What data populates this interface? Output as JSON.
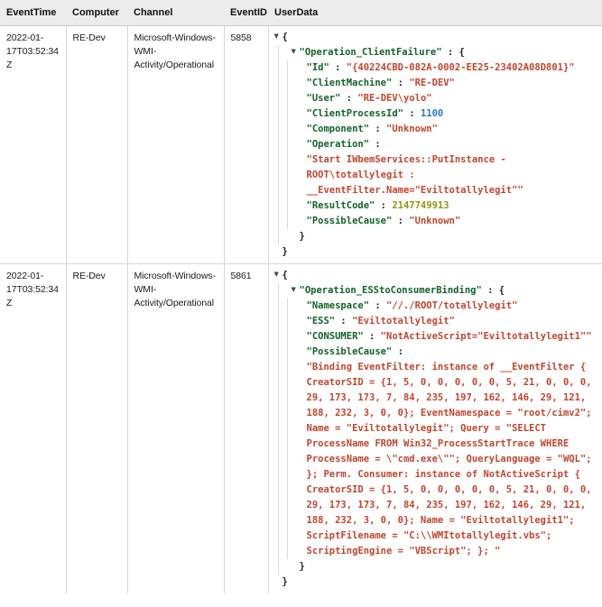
{
  "colors": {
    "header_bg": "#ececec",
    "border": "#d6d6d6",
    "guide": "#d9d9d9",
    "punct": "#222222",
    "key": "#116329",
    "string": "#c2452e",
    "number_int": "#2779c4",
    "number_code": "#8c9a10",
    "triangle": "#3f4a54"
  },
  "table": {
    "columns": [
      {
        "id": "event_time",
        "label": "EventTime"
      },
      {
        "id": "computer",
        "label": "Computer"
      },
      {
        "id": "channel",
        "label": "Channel"
      },
      {
        "id": "event_id",
        "label": "EventID"
      },
      {
        "id": "userdata",
        "label": "UserData"
      }
    ],
    "rows": [
      {
        "event_time": "2022-01-17T03:52:34Z",
        "computer": "RE-Dev",
        "channel": "Microsoft-Windows-WMI-Activity/Operational",
        "event_id": "5858",
        "userdata": {
          "root_open": "{",
          "root_close": "}",
          "object": {
            "key": "\"Operation_ClientFailure\"",
            "open": " : {",
            "close": "}",
            "fields": [
              {
                "tokens": [
                  [
                    "key",
                    "\"Id\""
                  ],
                  [
                    "punct",
                    " : "
                  ],
                  [
                    "string",
                    "\"{40224CBD-082A-0002-EE25-23402A08D801}\""
                  ]
                ]
              },
              {
                "tokens": [
                  [
                    "key",
                    "\"ClientMachine\""
                  ],
                  [
                    "punct",
                    " : "
                  ],
                  [
                    "string",
                    "\"RE-DEV\""
                  ]
                ]
              },
              {
                "tokens": [
                  [
                    "key",
                    "\"User\""
                  ],
                  [
                    "punct",
                    " : "
                  ],
                  [
                    "string",
                    "\"RE-DEV\\yolo\""
                  ]
                ]
              },
              {
                "tokens": [
                  [
                    "key",
                    "\"ClientProcessId\""
                  ],
                  [
                    "punct",
                    " : "
                  ],
                  [
                    "number_int",
                    "1100"
                  ]
                ]
              },
              {
                "tokens": [
                  [
                    "key",
                    "\"Component\""
                  ],
                  [
                    "punct",
                    " : "
                  ],
                  [
                    "string",
                    "\"Unknown\""
                  ]
                ]
              },
              {
                "tokens": [
                  [
                    "key",
                    "\"Operation\""
                  ],
                  [
                    "punct",
                    " : "
                  ]
                ]
              },
              {
                "tokens": [
                  [
                    "string",
                    "\"Start IWbemServices::PutInstance - ROOT\\totallylegit : __EventFilter.Name=\"Eviltotallylegit\"\""
                  ]
                ]
              },
              {
                "tokens": [
                  [
                    "key",
                    "\"ResultCode\""
                  ],
                  [
                    "punct",
                    " : "
                  ],
                  [
                    "number_code",
                    "2147749913"
                  ]
                ]
              },
              {
                "tokens": [
                  [
                    "key",
                    "\"PossibleCause\""
                  ],
                  [
                    "punct",
                    " : "
                  ],
                  [
                    "string",
                    "\"Unknown\""
                  ]
                ]
              }
            ]
          }
        }
      },
      {
        "event_time": "2022-01-17T03:52:34Z",
        "computer": "RE-Dev",
        "channel": "Microsoft-Windows-WMI-Activity/Operational",
        "event_id": "5861",
        "userdata": {
          "root_open": "{",
          "root_close": "}",
          "object": {
            "key": "\"Operation_ESStoConsumerBinding\"",
            "open": " : {",
            "close": "}",
            "fields": [
              {
                "tokens": [
                  [
                    "key",
                    "\"Namespace\""
                  ],
                  [
                    "punct",
                    " : "
                  ],
                  [
                    "string",
                    "\"//./ROOT/totallylegit\""
                  ]
                ]
              },
              {
                "tokens": [
                  [
                    "key",
                    "\"ESS\""
                  ],
                  [
                    "punct",
                    " : "
                  ],
                  [
                    "string",
                    "\"Eviltotallylegit\""
                  ]
                ]
              },
              {
                "tokens": [
                  [
                    "key",
                    "\"CONSUMER\""
                  ],
                  [
                    "punct",
                    " : "
                  ],
                  [
                    "string",
                    "\"NotActiveScript=\"Eviltotallylegit1\"\""
                  ]
                ]
              },
              {
                "tokens": [
                  [
                    "key",
                    "\"PossibleCause\""
                  ],
                  [
                    "punct",
                    " : "
                  ]
                ]
              },
              {
                "tokens": [
                  [
                    "string",
                    "\"Binding EventFilter: instance of __EventFilter { CreatorSID = {1, 5, 0, 0, 0, 0, 0, 5, 21, 0, 0, 0, 29, 173, 173, 7, 84, 235, 197, 162, 146, 29, 121, 188, 232, 3, 0, 0}; EventNamespace = \"root/cimv2\"; Name = \"Eviltotallylegit\"; Query = \"SELECT ProcessName FROM Win32_ProcessStartTrace WHERE ProcessName = \\\"cmd.exe\\\"\"; QueryLanguage = \"WQL\"; }; Perm. Consumer: instance of NotActiveScript { CreatorSID = {1, 5, 0, 0, 0, 0, 0, 5, 21, 0, 0, 0, 29, 173, 173, 7, 84, 235, 197, 162, 146, 29, 121, 188, 232, 3, 0, 0}; Name = \"Eviltotallylegit1\"; ScriptFilename = \"C:\\\\WMItotallylegit.vbs\"; ScriptingEngine = \"VBScript\"; }; \""
                  ]
                ]
              }
            ]
          }
        }
      }
    ]
  }
}
